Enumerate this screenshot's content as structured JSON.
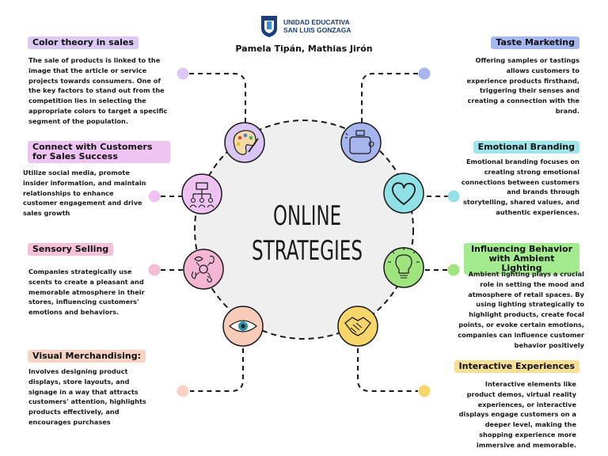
{
  "header": {
    "org_line1": "UNIDAD EDUCATIVA",
    "org_line2": "SAN LUIS GONZAGA",
    "authors": "Pamela Tipán, Mathias Jirón"
  },
  "center": {
    "line1": "ONLINE",
    "line2": "STRATEGIES"
  },
  "left": [
    {
      "title": "Color theory in sales",
      "color": "#dcc8f5",
      "text": "The sale of products is linked to the image that the article or service projects towards consumers. One of the key factors to stand out from the competition lies in selecting the appropriate colors to target a specific segment of the population."
    },
    {
      "title": "Connect with Customers for Sales Success",
      "color": "#f0c4f2",
      "text": "Utilize social media, promote insider information, and maintain relationships to enhance customer engagement and drive sales growth"
    },
    {
      "title": "Sensory Selling",
      "color": "#f5c1d8",
      "text": "Companies strategically use scents to create a pleasant and memorable atmosphere in their stores, influencing customers' emotions and behaviors."
    },
    {
      "title": "Visual Merchandising:",
      "color": "#f8d2c3",
      "text": " Involves designing product displays, store layouts, and signage in a way that attracts customers' attention, highlights products effectively, and encourages purchases"
    }
  ],
  "right": [
    {
      "title": "Taste Marketing",
      "color": "#a7b7ef",
      "text": "Offering samples or tastings allows customers to experience products firsthand, triggering their senses and creating a connection with the brand."
    },
    {
      "title": "Emotional Branding",
      "color": "#9fe6ea",
      "text": "Emotional branding focuses on creating strong emotional connections between customers and brands through storytelling, shared values, and authentic experiences."
    },
    {
      "title": "Influencing Behavior with Ambient Lighting",
      "color": "#a4ea8f",
      "text": "Ambient lighting plays a crucial role in setting the mood and atmosphere of retail spaces. By using lighting strategically to highlight products, create focal points, or evoke certain emotions, companies can influence customer behavior positively"
    },
    {
      "title": "Interactive Experiences",
      "color": "#f7df96",
      "text": "Interactive elements like product demos, virtual reality experiences, or interactive displays engage customers on a deeper level, making the shopping experience more immersive and memorable."
    }
  ],
  "icons": {
    "palette": "palette-icon",
    "network": "network-icon",
    "senses": "senses-icon",
    "eye": "eye-icon",
    "perfume": "perfume-icon",
    "heart": "heart-icon",
    "bulb": "lightbulb-icon",
    "handshake": "handshake-icon"
  },
  "colors": {
    "palette_node": "#d9c6f3",
    "network_node": "#eec3f2",
    "senses_node": "#f3b6d3",
    "eye_node": "#f6cbb9",
    "perfume_node": "#a6b5ee",
    "heart_node": "#8fe1e6",
    "bulb_node": "#9fe47f",
    "handshake_node": "#f6d56a",
    "circle_fill": "#efefef"
  }
}
